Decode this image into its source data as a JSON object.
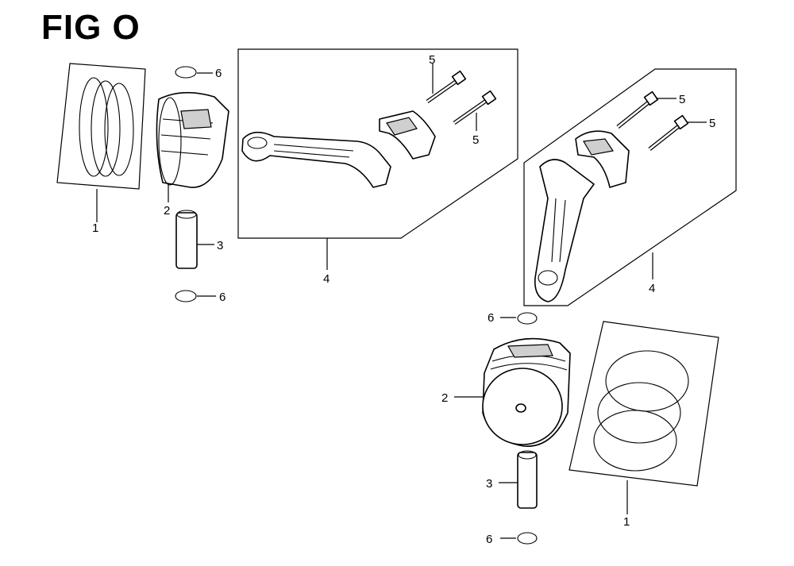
{
  "title": "FIG O",
  "callouts": {
    "left_rings": "1",
    "left_piston": "2",
    "left_pin": "3",
    "left_rod_assembly": "4",
    "left_bolt_upper": "5",
    "left_bolt_lower": "5",
    "left_clip_top": "6",
    "left_clip_bottom": "6",
    "right_rod_assembly": "4",
    "right_bolt_upper": "5",
    "right_bolt_lower": "5",
    "right_clip_top": "6",
    "right_piston": "2",
    "right_pin": "3",
    "right_clip_bottom": "6",
    "right_rings": "1"
  }
}
